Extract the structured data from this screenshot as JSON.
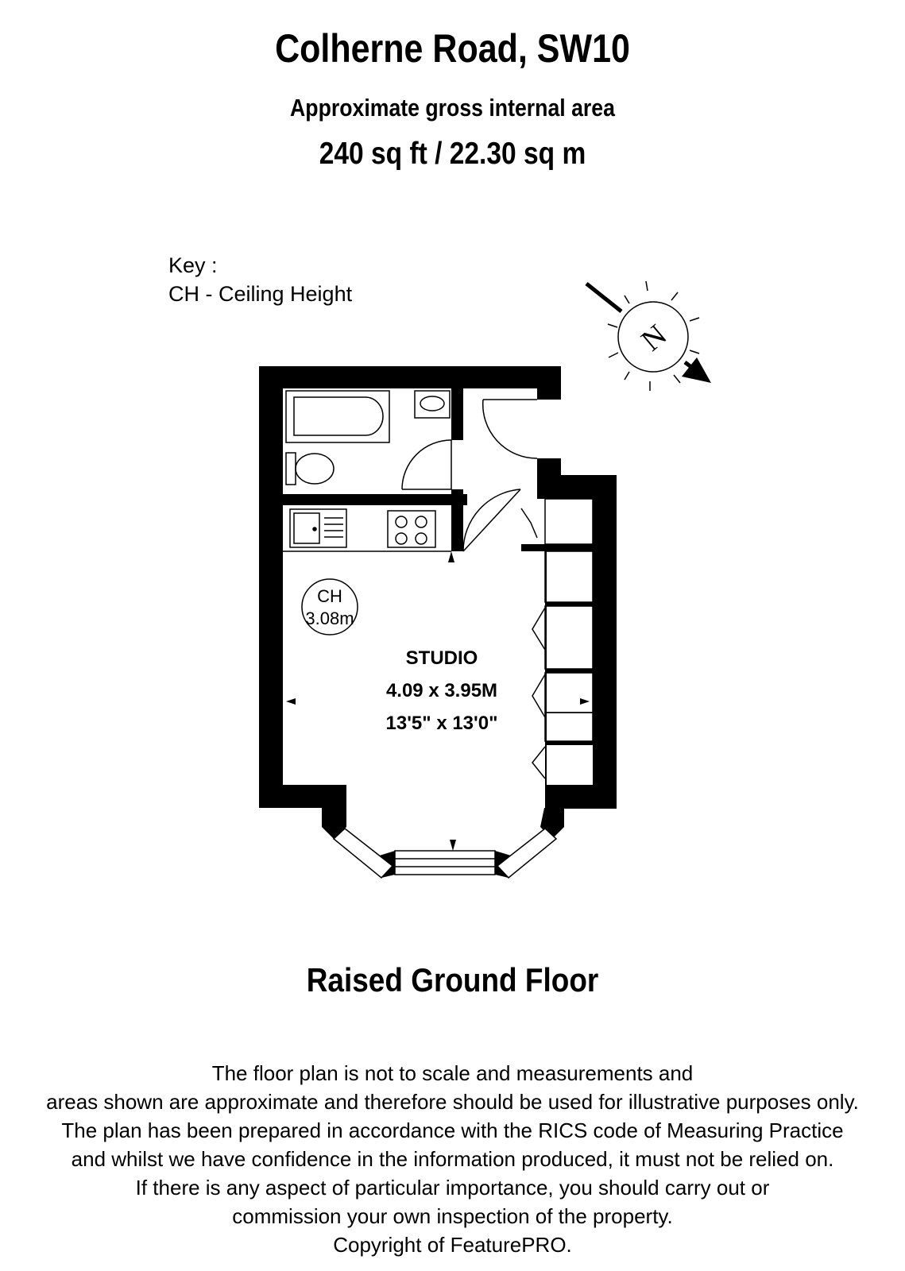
{
  "header": {
    "title": "Colherne Road, SW10",
    "subtitle": "Approximate gross internal area",
    "area": "240 sq ft  /  22.30 sq m"
  },
  "key": {
    "heading": "Key :",
    "entry": "CH - Ceiling Height"
  },
  "compass": {
    "label": "N",
    "icon": "north-arrow-icon"
  },
  "rooms": {
    "studio": {
      "name": "STUDIO",
      "metric": "4.09 x 3.95M",
      "imperial": "13'5\" x 13'0\""
    }
  },
  "ceiling": {
    "label": "CH",
    "value": "3.08m"
  },
  "floor_name": "Raised Ground Floor",
  "disclaimer": [
    "The floor plan is not to scale and measurements and",
    "areas shown are approximate and therefore should be used for illustrative purposes only.",
    "The plan has been prepared in accordance with the RICS code of Measuring Practice",
    "and whilst we have confidence in the information produced, it must not be relied on.",
    "If there is any aspect of particular importance, you should carry out or",
    "commission your own inspection of the property.",
    "Copyright of FeaturePRO."
  ],
  "colors": {
    "wall": "#000000",
    "background": "#ffffff"
  }
}
